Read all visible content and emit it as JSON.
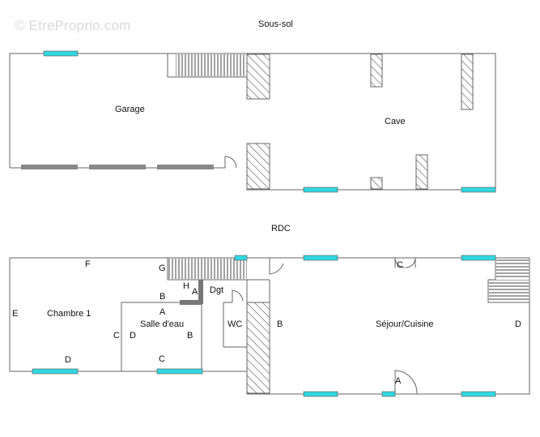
{
  "watermark": "© EtreProprio.com",
  "floors": {
    "basement": {
      "title": "Sous-sol",
      "rooms": {
        "garage": "Garage",
        "cave": "Cave"
      }
    },
    "ground": {
      "title": "RDC",
      "rooms": {
        "chambre": "Chambre 1",
        "salle_eau": "Salle d'eau",
        "dgt": "Dgt",
        "wc": "WC",
        "sejour": "Séjour/Cuisine"
      },
      "wall_letters": {
        "chambre_top_f": "F",
        "chambre_left_e": "E",
        "chambre_bottom_d": "D",
        "chambre_right_c": "C",
        "salle_left_d": "D",
        "salle_top_b": "B",
        "salle_inner_a": "A",
        "salle_right_b": "B",
        "salle_bottom_c": "C",
        "stair_g": "G",
        "dgt_h": "H",
        "dgt_a": "A",
        "sejour_left_b": "B",
        "sejour_right_d": "D",
        "sejour_door_a": "A",
        "sejour_top_c": "C"
      }
    }
  },
  "colors": {
    "window": "#33d6e0",
    "wall": "#666666",
    "hatch": "#555555",
    "garage_door": "#888888",
    "dark_wall": "#777777"
  }
}
